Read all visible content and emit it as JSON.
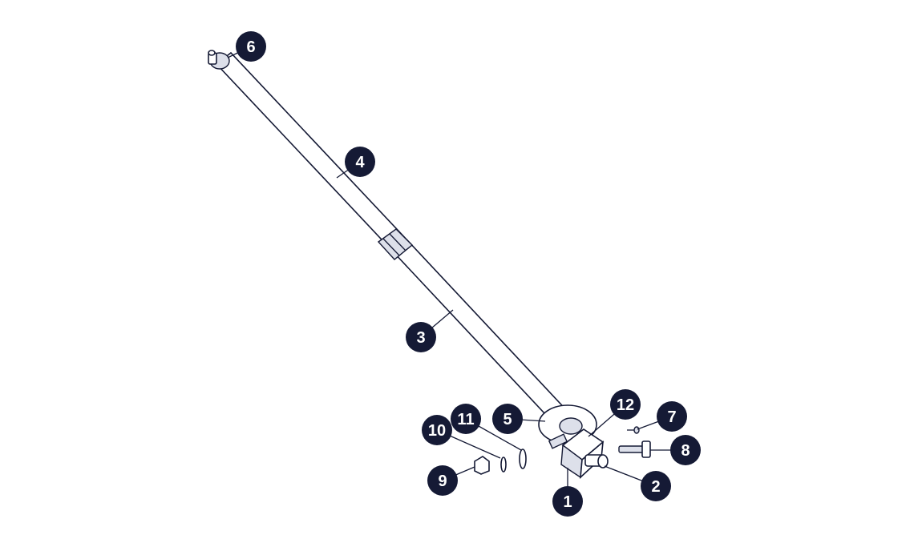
{
  "colors": {
    "ink": "#151a35",
    "shade": "#dde0ea",
    "background": "#ffffff"
  },
  "callouts": [
    {
      "id": "c1",
      "label": "1"
    },
    {
      "id": "c2",
      "label": "2"
    },
    {
      "id": "c3",
      "label": "3"
    },
    {
      "id": "c4",
      "label": "4"
    },
    {
      "id": "c5",
      "label": "5"
    },
    {
      "id": "c6",
      "label": "6"
    },
    {
      "id": "c7",
      "label": "7"
    },
    {
      "id": "c8",
      "label": "8"
    },
    {
      "id": "c9",
      "label": "9"
    },
    {
      "id": "c10",
      "label": "10"
    },
    {
      "id": "c11",
      "label": "11"
    },
    {
      "id": "c12",
      "label": "12"
    }
  ]
}
